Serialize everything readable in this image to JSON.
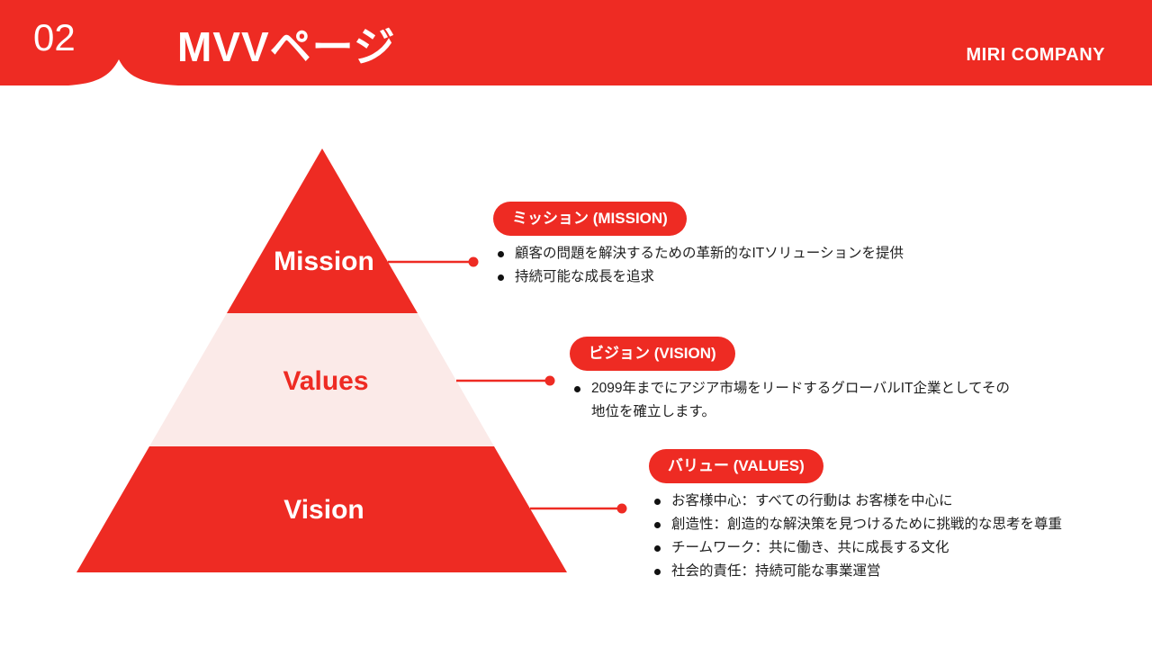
{
  "slide": {
    "header": {
      "page_number": "02",
      "title": "MVVページ",
      "company_name": "MIRI COMPANY"
    },
    "colors": {
      "primary_red": "#EE2B23",
      "light_pink": "#FBEAE8",
      "text_dark": "#1E1E1E",
      "white": "#FFFFFF"
    },
    "pyramid": {
      "levels": [
        {
          "label": "Mission",
          "fill": "#EE2B23",
          "text_color": "#FFFFFF"
        },
        {
          "label": "Values",
          "fill": "#FBEAE8",
          "text_color": "#EE2B23"
        },
        {
          "label": "Vision",
          "fill": "#EE2B23",
          "text_color": "#FFFFFF"
        }
      ]
    },
    "callouts": [
      {
        "badge": "ミッション (MISSION)",
        "bullets": [
          "顧客の問題を解決するための革新的なITソリューションを提供",
          "持続可能な成長を追求"
        ]
      },
      {
        "badge": "ビジョン (VISION)",
        "bullets": [
          "2099年までにアジア市場をリードするグローバルIT企業としてその地位を確立します。"
        ]
      },
      {
        "badge": "バリュー (VALUES)",
        "bullets": [
          "お客様中心：すべての行動は お客様を中心に",
          "創造性：創造的な解決策を見つけるために挑戦的な思考を尊重",
          "チームワーク：共に働き、共に成長する文化",
          "社会的責任：持続可能な事業運営"
        ]
      }
    ]
  }
}
